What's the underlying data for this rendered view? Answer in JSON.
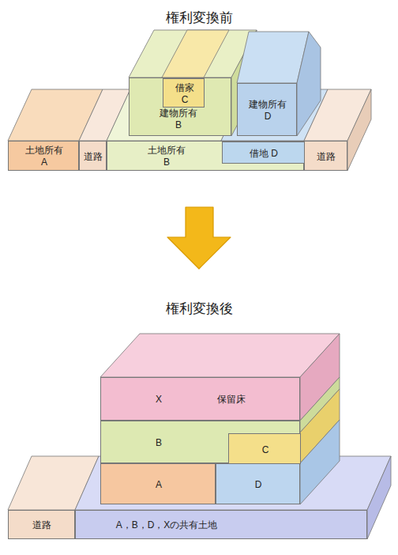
{
  "diagram": {
    "nodes": [
      {
        "text": [
          "建物所有 B"
        ]
      },
      {
        "text": [
          "借家 C"
        ],
        "in": 0
      },
      {
        "text": [
          "建物所有 D"
        ]
      },
      {
        "text": [
          "土地所有 A"
        ]
      },
      {
        "text": [
          "道路"
        ]
      },
      {
        "text": [
          "土地所有 B"
        ]
      },
      {
        "text": [
          "借地 D"
        ],
        "in": 5
      },
      {
        "text": [
          "道路"
        ]
      },
      {
        "text": [
          "X",
          "保留床"
        ]
      },
      {
        "text": [
          "B"
        ]
      },
      {
        "text": [
          "C"
        ],
        "in": 9
      },
      {
        "text": [
          "A"
        ]
      },
      {
        "text": [
          "D"
        ]
      },
      {
        "text": [
          "道路"
        ]
      },
      {
        "text": [
          "A，B，D，Xの共有土地"
        ]
      }
    ],
    "labels": [
      "権利変換前",
      "権利変換後"
    ]
  }
}
